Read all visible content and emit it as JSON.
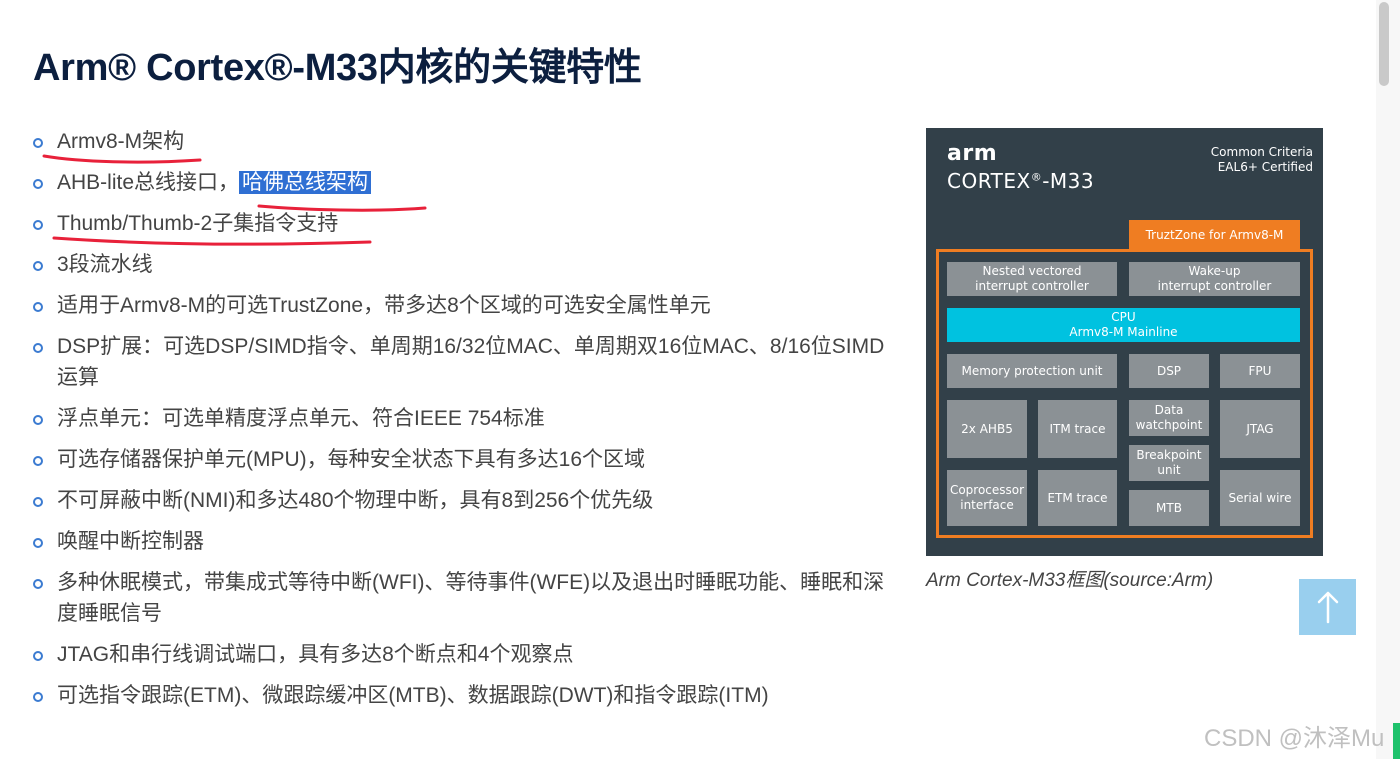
{
  "slide": {
    "title": "Arm® Cortex®-M33内核的关键特性",
    "bullets": [
      "Armv8-M架构",
      "AHB-lite总线接口，",
      "Thumb/Thumb-2子集指令支持",
      "3段流水线",
      "适用于Armv8-M的可选TrustZone，带多达8个区域的可选安全属性单元",
      "DSP扩展：可选DSP/SIMD指令、单周期16/32位MAC、单周期双16位MAC、8/16位SIMD运算",
      "浮点单元：可选单精度浮点单元、符合IEEE 754标准",
      "可选存储器保护单元(MPU)，每种安全状态下具有多达16个区域",
      "不可屏蔽中断(NMI)和多达480个物理中断，具有8到256个优先级",
      "唤醒中断控制器",
      "多种休眠模式，带集成式等待中断(WFI)、等待事件(WFE)以及退出时睡眠功能、睡眠和深度睡眠信号",
      "JTAG和串行线调试端口，具有多达8个断点和4个观察点",
      "可选指令跟踪(ETM)、微跟踪缓冲区(MTB)、数据跟踪(DWT)和指令跟踪(ITM)"
    ],
    "highlight": "哈佛总线架构",
    "accent_color": "#3b7bd1",
    "highlight_color": "#2f6fd3",
    "annotation_color": "#e8213a"
  },
  "diagram": {
    "brand": "arm",
    "model_prefix": "CORTEX",
    "model_reg": "®",
    "model_suffix": "-M33",
    "cert_line1": "Common Criteria",
    "cert_line2": "EAL6+ Certified",
    "trustzone": "TruztZone for Armv8-M",
    "nvic_1": "Nested vectored",
    "nvic_2": "interrupt controller",
    "wic_1": "Wake-up",
    "wic_2": "interrupt controller",
    "cpu_1": "CPU",
    "cpu_2": "Armv8-M Mainline",
    "mpu": "Memory protection unit",
    "dsp": "DSP",
    "fpu": "FPU",
    "ahb": "2x AHB5",
    "itm": "ITM trace",
    "dw_1": "Data",
    "dw_2": "watchpoint",
    "jtag": "JTAG",
    "bp_1": "Breakpoint",
    "bp_2": "unit",
    "cop_1": "Coprocessor",
    "cop_2": "interface",
    "etm": "ETM trace",
    "mtb": "MTB",
    "serial": "Serial wire",
    "bg_color": "#324049",
    "orange": "#ef7d22",
    "cyan": "#00c2e0",
    "block_gray": "#8b9195"
  },
  "caption": "Arm Cortex-M33框图(source:Arm)",
  "watermark": "CSDN @沐泽Mu",
  "scroll_top_icon": "arrow-up-icon"
}
